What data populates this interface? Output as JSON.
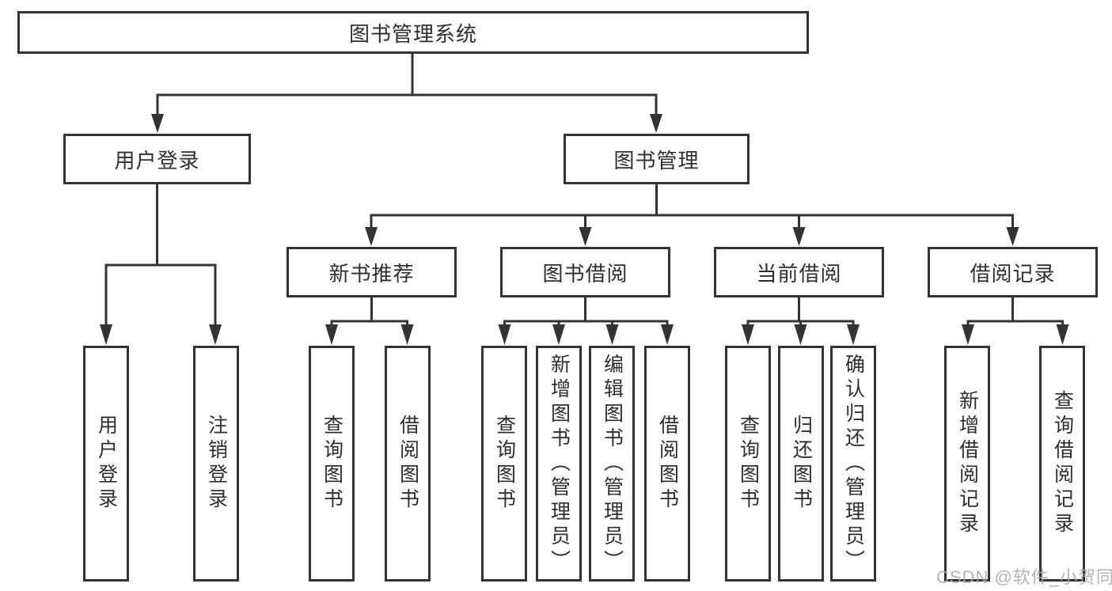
{
  "diagram": {
    "title": "图书管理系统",
    "modules": [
      {
        "label": "用户登录",
        "features": [
          {
            "label": "用户登录"
          },
          {
            "label": "注销登录"
          }
        ]
      },
      {
        "label": "图书管理",
        "submodules": [
          {
            "label": "新书推荐",
            "features": [
              {
                "label": "查询图书"
              },
              {
                "label": "借阅图书"
              }
            ]
          },
          {
            "label": "图书借阅",
            "features": [
              {
                "label": "查询图书"
              },
              {
                "label": "新增图书（管理员）"
              },
              {
                "label": "编辑图书（管理员）"
              },
              {
                "label": "借阅图书"
              }
            ]
          },
          {
            "label": "当前借阅",
            "features": [
              {
                "label": "查询图书"
              },
              {
                "label": "归还图书"
              },
              {
                "label": "确认归还（管理员）"
              }
            ]
          },
          {
            "label": "借阅记录",
            "features": [
              {
                "label": "新增借阅记录"
              },
              {
                "label": "查询借阅记录"
              }
            ]
          }
        ]
      }
    ]
  },
  "colors": {
    "line": "#333333",
    "text": "#2e2e2e",
    "watermark": "#aaaaaa",
    "background": "#ffffff"
  },
  "watermark": {
    "text": "CSDN @软件_小贺同学"
  }
}
